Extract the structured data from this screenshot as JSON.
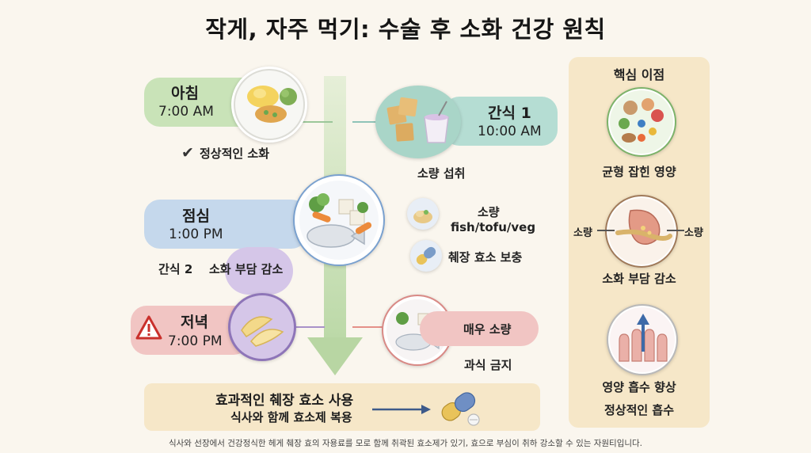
{
  "title": "작게, 자주 먹기: 수술 후 소화 건강 원칙",
  "meals": {
    "breakfast": {
      "name": "아침",
      "time": "7:00 AM",
      "note": "정상적인 소화"
    },
    "snack1": {
      "name": "간식 1",
      "time": "10:00 AM",
      "note": "소량 섭취"
    },
    "lunch": {
      "name": "점심",
      "time": "1:00 PM",
      "side1": "소량",
      "side1b": "fish/tofu/veg",
      "side2": "췌장 효소 보충"
    },
    "snack2": {
      "name": "간식 2",
      "note": "소화 부담 감소"
    },
    "dinner": {
      "name": "저녁",
      "time": "7:00 PM",
      "side1": "매우 소량",
      "side2": "과식 금지"
    }
  },
  "benefits": {
    "title": "핵심 이점",
    "items": [
      {
        "label": "균형 잡힌 영양"
      },
      {
        "label": "소화 부담 감소",
        "left_tag": "소량",
        "right_tag": "소량"
      },
      {
        "label": "영양 흡수 향상",
        "sub": "정상적인 흡수"
      }
    ]
  },
  "enzyme": {
    "title": "효과적인 췌장 효소 사용",
    "subtitle": "식사와 함께 효소제 복용"
  },
  "footnote": "식사와 선장에서 건강정식한 헤게 췌장 효의 자용료를 모로 함께 취곽된 효소제가 있기, 효으로 부심이 취하 강소할 수 있는 자원티입니다.",
  "colors": {
    "green": "#c9e3b8",
    "teal": "#b5ddd3",
    "blue": "#c5d8ec",
    "lavender": "#d5c6e8",
    "red": "#f1c5c3",
    "sand": "#f6e7c8"
  }
}
